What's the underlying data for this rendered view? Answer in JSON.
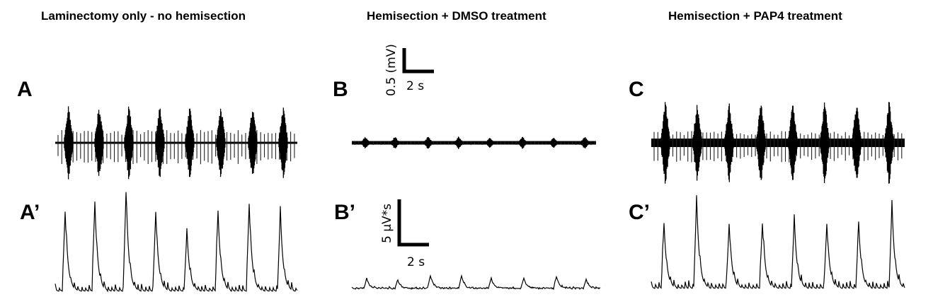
{
  "titles": [
    "Laminectomy only - no hemisection",
    "Hemisection + DMSO treatment",
    "Hemisection + PAP4 treatment"
  ],
  "panel_labels": {
    "A": "A",
    "A2": "A’",
    "B": "B",
    "B2": "B’",
    "C": "C",
    "C2": "C’"
  },
  "scale_bars": {
    "raw": {
      "amplitude": "0.5 (mV)",
      "time": "2 s"
    },
    "integrated": {
      "amplitude": "5 µV*s",
      "time": "2 s"
    }
  },
  "chart_data": [
    {
      "panel": "A",
      "type": "line",
      "kind": "raw ENG",
      "bursts": 8,
      "burst_amplitude_rel": [
        0.9,
        0.9,
        0.95,
        0.9,
        0.85,
        0.9,
        0.9,
        0.9
      ],
      "tonic_spike_rel": 0.5
    },
    {
      "panel": "A'",
      "type": "line",
      "kind": "integrated",
      "bursts": 8,
      "peak_rel": [
        0.8,
        0.9,
        1.0,
        0.8,
        0.6,
        0.8,
        0.88,
        0.8
      ]
    },
    {
      "panel": "B",
      "type": "line",
      "kind": "raw ENG",
      "bursts": 8,
      "burst_amplitude_rel": [
        0.15,
        0.15,
        0.15,
        0.15,
        0.12,
        0.15,
        0.12,
        0.15
      ],
      "tonic_spike_rel": 0.05
    },
    {
      "panel": "B'",
      "type": "line",
      "kind": "integrated",
      "bursts": 8,
      "peak_rel": [
        0.1,
        0.08,
        0.13,
        0.12,
        0.1,
        0.1,
        0.12,
        0.09
      ]
    },
    {
      "panel": "C",
      "type": "line",
      "kind": "raw ENG",
      "bursts": 8,
      "burst_amplitude_rel": [
        1.0,
        1.0,
        1.0,
        1.0,
        1.0,
        1.0,
        1.0,
        1.0
      ],
      "tonic_spike_rel": 0.45
    },
    {
      "panel": "C'",
      "type": "line",
      "kind": "integrated",
      "bursts": 8,
      "peak_rel": [
        0.65,
        0.9,
        0.65,
        0.65,
        0.7,
        0.65,
        0.65,
        0.85
      ]
    }
  ]
}
